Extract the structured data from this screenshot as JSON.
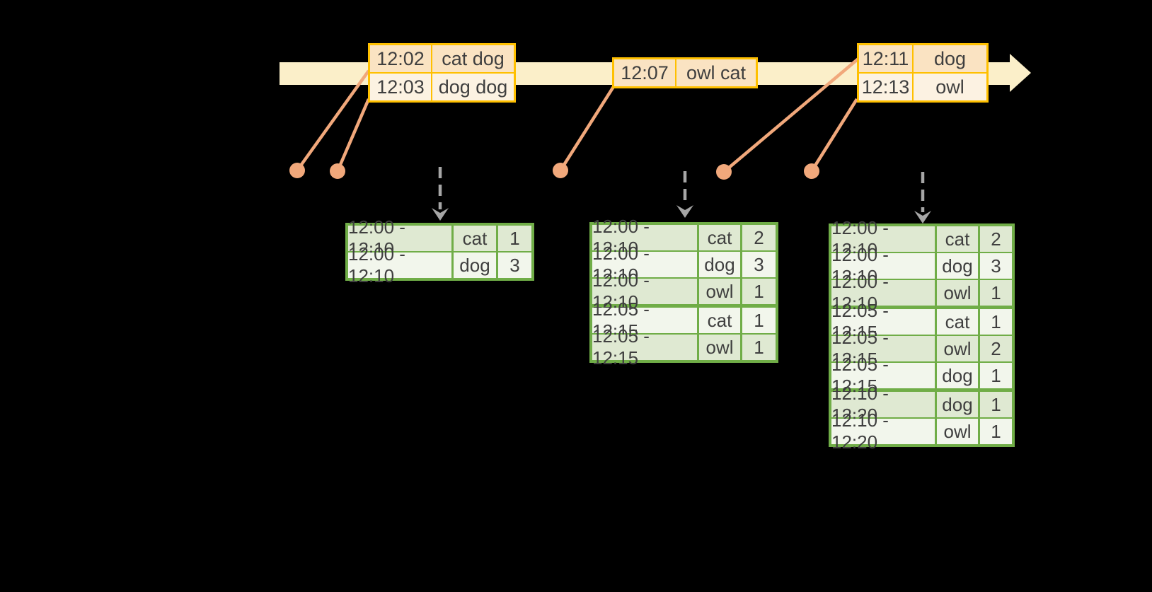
{
  "colors": {
    "background": "#000000",
    "timeline_fill": "#FBEFC9",
    "event_border": "#FFC000",
    "event_row_odd": "#FAE3C2",
    "event_row_even": "#FCF2E2",
    "connector": "#F1A87B",
    "result_border": "#70AD47",
    "result_row_odd": "#DFE9D2",
    "result_row_even": "#F2F6EC",
    "arrow_gray": "#A6A6A6",
    "text": "#3F3F3F"
  },
  "icons": {
    "timeline": "timeline-arrow-right",
    "event_marker": "event-dot",
    "trigger": "dashed-down-arrow"
  },
  "event_tables": [
    {
      "rows": [
        {
          "time": "12:02",
          "words": "cat dog"
        },
        {
          "time": "12:03",
          "words": "dog dog"
        }
      ]
    },
    {
      "rows": [
        {
          "time": "12:07",
          "words": "owl cat"
        }
      ]
    },
    {
      "rows": [
        {
          "time": "12:11",
          "words": "dog"
        },
        {
          "time": "12:13",
          "words": "owl"
        }
      ]
    }
  ],
  "result_tables": [
    {
      "rows": [
        {
          "window": "12:00 - 12:10",
          "word": "cat",
          "count": "1"
        },
        {
          "window": "12:00 - 12:10",
          "word": "dog",
          "count": "3"
        }
      ]
    },
    {
      "rows": [
        {
          "window": "12:00 - 12:10",
          "word": "cat",
          "count": "2"
        },
        {
          "window": "12:00 - 12:10",
          "word": "dog",
          "count": "3"
        },
        {
          "window": "12:00 - 12:10",
          "word": "owl",
          "count": "1"
        },
        {
          "window": "12:05 - 12:15",
          "word": "cat",
          "count": "1"
        },
        {
          "window": "12:05 - 12:15",
          "word": "owl",
          "count": "1"
        }
      ]
    },
    {
      "rows": [
        {
          "window": "12:00 - 12:10",
          "word": "cat",
          "count": "2"
        },
        {
          "window": "12:00 - 12:10",
          "word": "dog",
          "count": "3"
        },
        {
          "window": "12:00 - 12:10",
          "word": "owl",
          "count": "1"
        },
        {
          "window": "12:05 - 12:15",
          "word": "cat",
          "count": "1"
        },
        {
          "window": "12:05 - 12:15",
          "word": "owl",
          "count": "2"
        },
        {
          "window": "12:05 - 12:15",
          "word": "dog",
          "count": "1"
        },
        {
          "window": "12:10 - 12:20",
          "word": "dog",
          "count": "1"
        },
        {
          "window": "12:10 - 12:20",
          "word": "owl",
          "count": "1"
        }
      ]
    }
  ]
}
